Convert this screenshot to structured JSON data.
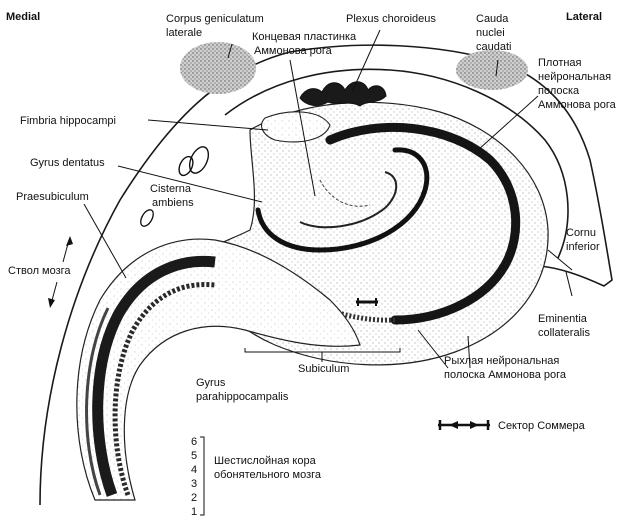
{
  "orientation": {
    "medial": "Medial",
    "lateral": "Lateral"
  },
  "labels": {
    "corpus_geniculatum_1": "Corpus geniculatum",
    "corpus_geniculatum_2": "laterale",
    "plexus_choroideus": "Plexus choroideus",
    "cauda_1": "Cauda",
    "cauda_2": "nuclei",
    "cauda_3": "caudati",
    "koncevaya_1": "Концевая пластинка",
    "koncevaya_2": "Аммонова рога",
    "plotnaya_1": "Плотная",
    "plotnaya_2": "нейрональная",
    "plotnaya_3": "полоска",
    "plotnaya_4": "Аммонова рога",
    "fimbria": "Fimbria hippocampi",
    "gyrus_dentatus": "Gyrus dentatus",
    "cisterna_1": "Cisterna",
    "cisterna_2": "ambiens",
    "praesubiculum": "Praesubiculum",
    "cornu_1": "Cornu",
    "cornu_2": "inferior",
    "stvol": "Ствол мозга",
    "eminentia_1": "Eminentia",
    "eminentia_2": "collateralis",
    "subiculum": "Subiculum",
    "rykhlaya_1": "Рыхлая нейрональная",
    "rykhlaya_2": "полоска Аммонова рога",
    "gyrus_para_1": "Gyrus",
    "gyrus_para_2": "parahippocampalis",
    "sector_sommer": "Сектор Соммера",
    "shestisloynaya_1": "Шестислойная кора",
    "shestisloynaya_2": "обонятельного мозга"
  },
  "layer_numbers": [
    "6",
    "5",
    "4",
    "3",
    "2",
    "1"
  ]
}
